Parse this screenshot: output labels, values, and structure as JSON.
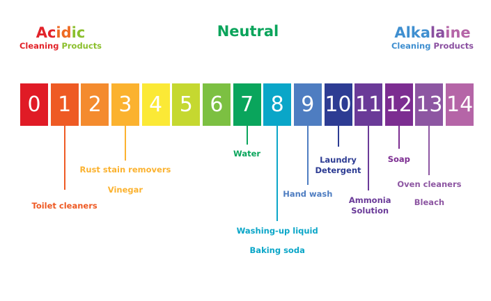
{
  "headers": {
    "acidic": {
      "title_parts": [
        "Ac",
        "id",
        "ic"
      ],
      "sub_parts": [
        "Cleaning ",
        "Products"
      ]
    },
    "neutral": {
      "title": "Neutral"
    },
    "alkaline": {
      "title_parts": [
        "Alka",
        "la",
        "ine"
      ],
      "sub_parts": [
        "Cleaning ",
        "Products"
      ]
    }
  },
  "colors": {
    "acid_red": "#e2232a",
    "acid_orange": "#ee6a22",
    "acid_green": "#8bbf2d",
    "neutral": "#0aa45b",
    "alk_blue": "#3f8fd0",
    "alk_purple": "#8a4fa0"
  },
  "scale": [
    {
      "value": "0",
      "color": "#e01b26"
    },
    {
      "value": "1",
      "color": "#ee5a24"
    },
    {
      "value": "2",
      "color": "#f48b2e"
    },
    {
      "value": "3",
      "color": "#fbb22f"
    },
    {
      "value": "4",
      "color": "#fbe936"
    },
    {
      "value": "5",
      "color": "#c5d830"
    },
    {
      "value": "6",
      "color": "#7cc042"
    },
    {
      "value": "7",
      "color": "#0aa55c"
    },
    {
      "value": "8",
      "color": "#0aa6c8"
    },
    {
      "value": "9",
      "color": "#4e7dc1"
    },
    {
      "value": "10",
      "color": "#2d3c93"
    },
    {
      "value": "11",
      "color": "#6a3a98"
    },
    {
      "value": "12",
      "color": "#7c2d91"
    },
    {
      "value": "13",
      "color": "#8d56a2"
    },
    {
      "value": "14",
      "color": "#b565a7"
    }
  ],
  "products": [
    {
      "ph": "1",
      "color": "#ee5a24",
      "lines": [
        "Toilet cleaners"
      ]
    },
    {
      "ph": "3",
      "color": "#fbb22f",
      "lines": [
        "Rust stain removers"
      ]
    },
    {
      "ph": "3",
      "color": "#fbb22f",
      "lines": [
        "Vinegar"
      ]
    },
    {
      "ph": "7",
      "color": "#0aa55c",
      "lines": [
        "Water"
      ]
    },
    {
      "ph": "8",
      "color": "#0aa6c8",
      "lines": [
        "Washing-up liquid"
      ]
    },
    {
      "ph": "8",
      "color": "#0aa6c8",
      "lines": [
        "Baking soda"
      ]
    },
    {
      "ph": "9",
      "color": "#4e7dc1",
      "lines": [
        "Hand wash"
      ]
    },
    {
      "ph": "10",
      "color": "#2d3c93",
      "lines": [
        "Laundry",
        "Detergent"
      ]
    },
    {
      "ph": "11",
      "color": "#6a3a98",
      "lines": [
        "Ammonia",
        "Solution"
      ]
    },
    {
      "ph": "12",
      "color": "#7c2d91",
      "lines": [
        "Soap"
      ]
    },
    {
      "ph": "13",
      "color": "#8d56a2",
      "lines": [
        "Oven cleaners"
      ]
    },
    {
      "ph": "13",
      "color": "#8d56a2",
      "lines": [
        "Bleach"
      ]
    }
  ]
}
